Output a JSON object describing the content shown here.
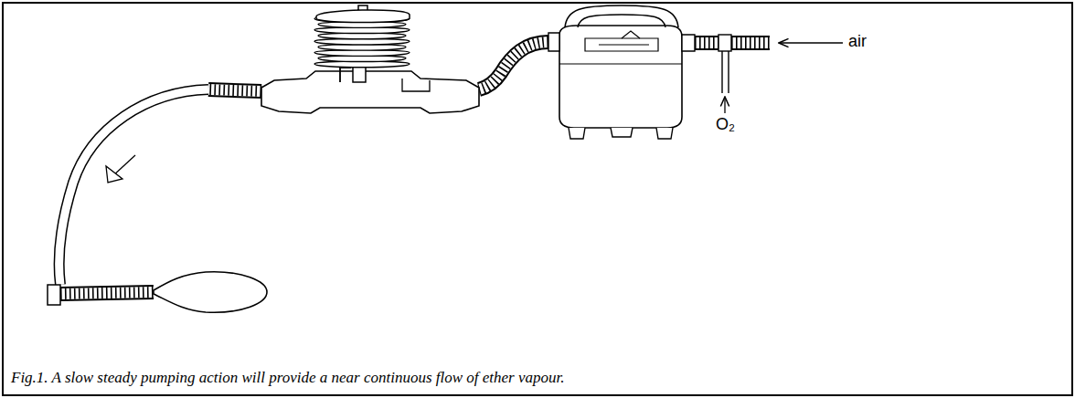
{
  "diagram": {
    "caption": "Fig.1. A slow steady pumping action will provide a near continuous flow of ether vapour.",
    "labels": [
      "air",
      "O₂"
    ]
  }
}
